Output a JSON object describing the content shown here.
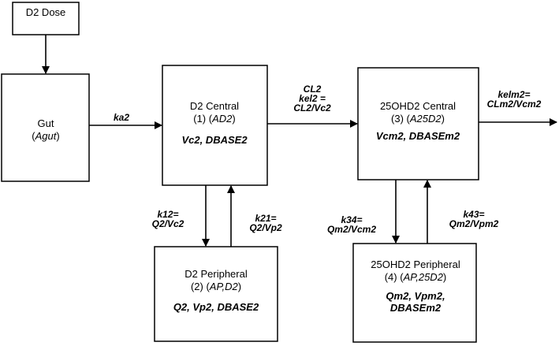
{
  "colors": {
    "stroke": "#000000",
    "fill": "#ffffff"
  },
  "nodes": {
    "dose": {
      "title": "D2 Dose"
    },
    "gut": {
      "title": "Gut",
      "cmt": "Agut"
    },
    "d2_central": {
      "title": "D2  Central",
      "num": "(1)",
      "cmt": "AD2",
      "params": "Vc2, DBASE2"
    },
    "d2_peripheral": {
      "title": "D2  Peripheral",
      "num": "(2)",
      "cmt": "AP,D2",
      "params": "Q2, Vp2, DBASE2"
    },
    "c25_central": {
      "title": "25OHD2 Central",
      "num": "(3)",
      "cmt": "A25D2",
      "params": "Vcm2, DBASEm2"
    },
    "c25_peripheral": {
      "title": "25OHD2 Peripheral",
      "num": "(4)",
      "cmt": "AP,25D2",
      "params_line1": "Qm2, Vpm2,",
      "params_line2": "DBASEm2"
    }
  },
  "edges": {
    "ka2": "ka2",
    "cl2_line1": "CL2",
    "cl2_line2": "kel2 =",
    "cl2_line3": "CL2/Vc2",
    "k12_line1": "k12=",
    "k12_line2": "Q2/Vc2",
    "k21_line1": "k21=",
    "k21_line2": "Q2/Vp2",
    "k34_line1": "k34=",
    "k34_line2": "Qm2/Vcm2",
    "k43_line1": "k43=",
    "k43_line2": "Qm2/Vpm2",
    "kelm2_line1": "kelm2=",
    "kelm2_line2": "CLm2/Vcm2"
  }
}
